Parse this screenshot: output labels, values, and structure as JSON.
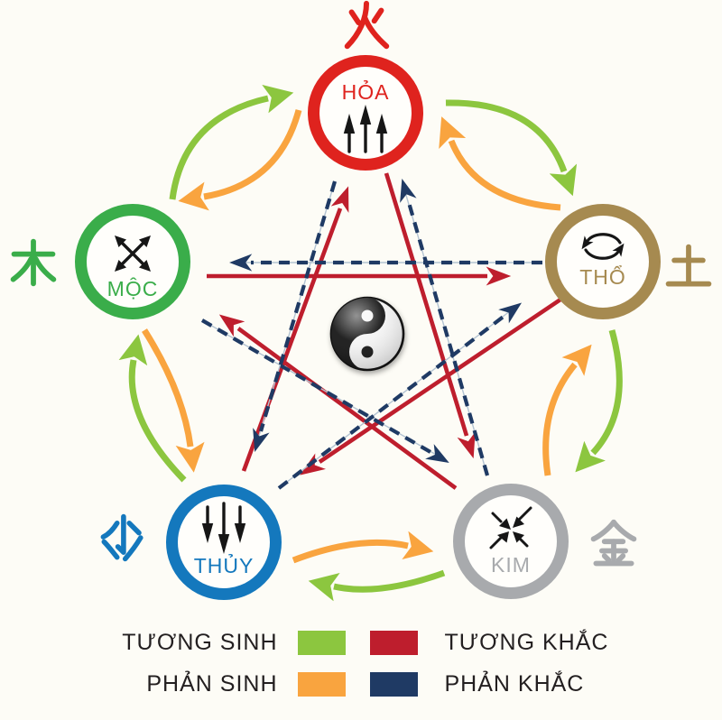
{
  "colors": {
    "background": "#fdfcf6",
    "sinh": "#8cc63f",
    "khac": "#be1e2d",
    "phan_sinh": "#f9a43f",
    "phan_khac": "#1f3a64",
    "fire": "#df231e",
    "wood": "#3aad4a",
    "earth": "#a68a50",
    "water": "#1478bd",
    "metal": "#a8aaad",
    "icon": "#161616",
    "legend_text": "#231f20"
  },
  "elements": [
    {
      "id": "fire",
      "label": "HỎA",
      "hanzi": "火",
      "icon": "arrows-up-icon"
    },
    {
      "id": "wood",
      "label": "MỘC",
      "hanzi": "木",
      "icon": "arrows-outward-icon"
    },
    {
      "id": "earth",
      "label": "THỔ",
      "hanzi": "土",
      "icon": "arrows-cycle-icon"
    },
    {
      "id": "water",
      "label": "THỦY",
      "hanzi": "水",
      "icon": "arrows-down-icon"
    },
    {
      "id": "metal",
      "label": "KIM",
      "hanzi": "金",
      "icon": "arrows-inward-icon"
    }
  ],
  "center": {
    "symbol": "yin-yang"
  },
  "relations": {
    "tuong_sinh": [
      {
        "from": "wood",
        "to": "fire"
      },
      {
        "from": "fire",
        "to": "earth"
      },
      {
        "from": "earth",
        "to": "metal"
      },
      {
        "from": "metal",
        "to": "water"
      },
      {
        "from": "water",
        "to": "wood"
      }
    ],
    "phan_sinh": [
      {
        "from": "fire",
        "to": "wood"
      },
      {
        "from": "earth",
        "to": "fire"
      },
      {
        "from": "metal",
        "to": "earth"
      },
      {
        "from": "water",
        "to": "metal"
      },
      {
        "from": "wood",
        "to": "water"
      }
    ],
    "tuong_khac": [
      {
        "from": "wood",
        "to": "earth"
      },
      {
        "from": "earth",
        "to": "water"
      },
      {
        "from": "water",
        "to": "fire"
      },
      {
        "from": "fire",
        "to": "metal"
      },
      {
        "from": "metal",
        "to": "wood"
      }
    ],
    "phan_khac": [
      {
        "from": "earth",
        "to": "wood"
      },
      {
        "from": "water",
        "to": "earth"
      },
      {
        "from": "fire",
        "to": "water"
      },
      {
        "from": "metal",
        "to": "fire"
      },
      {
        "from": "wood",
        "to": "metal"
      }
    ]
  },
  "legend": [
    {
      "label": "TƯƠNG SINH",
      "color": "#8cc63f"
    },
    {
      "label": "TƯƠNG KHẮC",
      "color": "#be1e2d"
    },
    {
      "label": "PHẢN SINH",
      "color": "#f9a43f"
    },
    {
      "label": "PHẢN KHẮC",
      "color": "#1f3a64"
    }
  ]
}
